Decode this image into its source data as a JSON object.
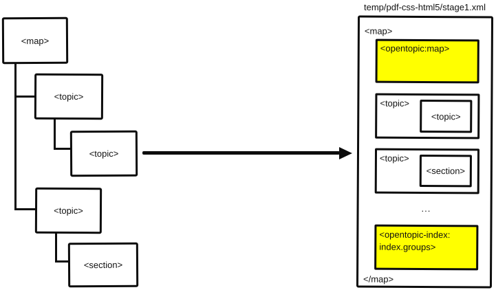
{
  "title": "temp/pdf-css-html5/stage1.xml",
  "colors": {
    "highlight": "#ffff00",
    "line": "#0c0c0c",
    "background": "#ffffff"
  },
  "tree": {
    "map_label": "<map>",
    "topic1_label": "<topic>",
    "topic2_label": "<topic>",
    "topic3_label": "<topic>",
    "section_label": "<section>"
  },
  "stage_file": {
    "open_tag": "<map>",
    "close_tag": "</map>",
    "opentopic_map_label": "<opentopic:map>",
    "topic_block_1": {
      "outer_label": "<topic>",
      "inner_label": "<topic>"
    },
    "topic_block_2": {
      "outer_label": "<topic>",
      "inner_label": "<section>"
    },
    "ellipsis": "...",
    "opentopic_index_label": "<opentopic-index: index.groups>"
  }
}
